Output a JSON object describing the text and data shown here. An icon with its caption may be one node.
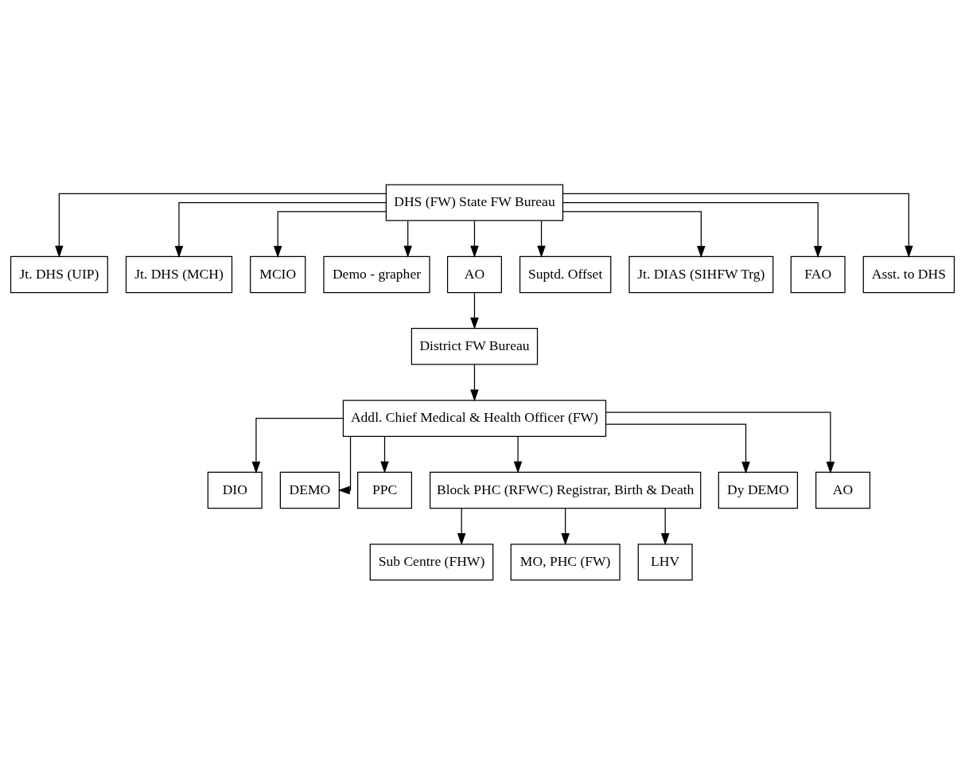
{
  "diagram": {
    "nodes": [
      {
        "text": [
          "DHS (FW) State FW Bureau"
        ]
      },
      {
        "text": [
          "Jt. DHS (UIP)"
        ]
      },
      {
        "text": [
          "Jt. DHS (MCH)"
        ]
      },
      {
        "text": [
          "MCIO"
        ]
      },
      {
        "text": [
          "Demo - grapher"
        ]
      },
      {
        "text": [
          "AO"
        ]
      },
      {
        "text": [
          "Suptd. Offset"
        ]
      },
      {
        "text": [
          "Jt. DIAS (SIHFW Trg)"
        ]
      },
      {
        "text": [
          "FAO"
        ]
      },
      {
        "text": [
          "Asst. to DHS"
        ]
      },
      {
        "text": [
          "District FW Bureau"
        ]
      },
      {
        "text": [
          "Addl. Chief Medical & Health Officer (FW)"
        ]
      },
      {
        "text": [
          "DIO"
        ]
      },
      {
        "text": [
          "DEMO"
        ]
      },
      {
        "text": [
          "PPC"
        ]
      },
      {
        "text": [
          "Block PHC (RFWC) Registrar, Birth & Death"
        ]
      },
      {
        "text": [
          "Dy DEMO"
        ]
      },
      {
        "text": [
          "AO"
        ]
      },
      {
        "text": [
          "Sub Centre (FHW)"
        ]
      },
      {
        "text": [
          "MO, PHC (FW)"
        ]
      },
      {
        "text": [
          "LHV"
        ]
      }
    ],
    "edges": [
      {
        "from": 0,
        "to": 1,
        "arrow": "to"
      },
      {
        "from": 0,
        "to": 2,
        "arrow": "to"
      },
      {
        "from": 0,
        "to": 3,
        "arrow": "to"
      },
      {
        "from": 0,
        "to": 4,
        "arrow": "to"
      },
      {
        "from": 0,
        "to": 5,
        "arrow": "to"
      },
      {
        "from": 0,
        "to": 6,
        "arrow": "to"
      },
      {
        "from": 0,
        "to": 7,
        "arrow": "to"
      },
      {
        "from": 0,
        "to": 8,
        "arrow": "to"
      },
      {
        "from": 0,
        "to": 9,
        "arrow": "to"
      },
      {
        "from": 5,
        "to": 10,
        "arrow": "to"
      },
      {
        "from": 10,
        "to": 11,
        "arrow": "to"
      },
      {
        "from": 11,
        "to": 12,
        "arrow": "to"
      },
      {
        "from": 11,
        "to": 13,
        "arrow": "to"
      },
      {
        "from": 11,
        "to": 14,
        "arrow": "to"
      },
      {
        "from": 11,
        "to": 15,
        "arrow": "to"
      },
      {
        "from": 11,
        "to": 16,
        "arrow": "to"
      },
      {
        "from": 11,
        "to": 17,
        "arrow": "to"
      },
      {
        "from": 15,
        "to": 18,
        "arrow": "to"
      },
      {
        "from": 15,
        "to": 19,
        "arrow": "to"
      },
      {
        "from": 15,
        "to": 20,
        "arrow": "to"
      }
    ]
  }
}
